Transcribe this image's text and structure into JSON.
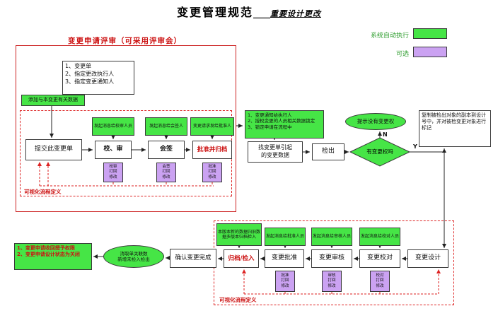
{
  "title": {
    "main": "变更管理规范",
    "gap": "____",
    "sub": "重要设计更改"
  },
  "legend": {
    "auto_label": "系统自动执行",
    "optional_label": "可选"
  },
  "colors": {
    "green": "#46e546",
    "purple": "#cba2f2",
    "red_line": "#dd2222"
  },
  "review": {
    "section_title": "变更申请评审（可采用评审会）",
    "inputs": "1、变更单\n2、指定更改执行人\n3、指定变更通知人",
    "add_data": "添加与本变更有关数据",
    "submit": "提交此变更单",
    "check": "校、审",
    "countersign": "会签",
    "approve_archive": "批准并归档",
    "msg_check": "发起消息给校审人员",
    "msg_countersign": "发起消息给会签人",
    "msg_approve": "变更请求发给批准人",
    "opt_check": "校审\n打回\n修改",
    "opt_countersign": "会签\n打回\n修改",
    "opt_approve": "批准\n打回\n修改",
    "process_label": "可视化流程定义"
  },
  "checkout": {
    "notify": "1、变更通知给执行人\n2、授权变更的人员相关数据锁定\n3、锁定申请在流程中",
    "find_data": "找变更单引起\n的变更数据",
    "checkout": "检出",
    "decision": "有变更权吗",
    "yes": "Y",
    "no": "N",
    "no_permission": "提示没有变更权",
    "copy_note": "复制被检出对象的副本到设计号中，并对被检变更对象进行标记"
  },
  "execute": {
    "design": "变更设计",
    "proofread": "变更校对",
    "review": "变更审核",
    "approve": "变更批准",
    "archive_checkin": "归档/检入",
    "confirm": "确认变更完成",
    "cancel": "消取单关联数\n新增未检入检出",
    "final": "1、变更申请收回授予权限\n2、变更申请设计状态为关闭",
    "msg_archive": "本版本新的数据归旧数据多版本归档检入",
    "msg_approve": "发起消息给批准人员",
    "msg_review": "发起消息给审核人员",
    "msg_proofread": "发起消息给校对人员",
    "opt_approve": "批准\n打回\n修改",
    "opt_review": "审核\n打回\n修改",
    "opt_proofread": "校对\n打回\n修改",
    "process_label": "可视化流程定义"
  }
}
